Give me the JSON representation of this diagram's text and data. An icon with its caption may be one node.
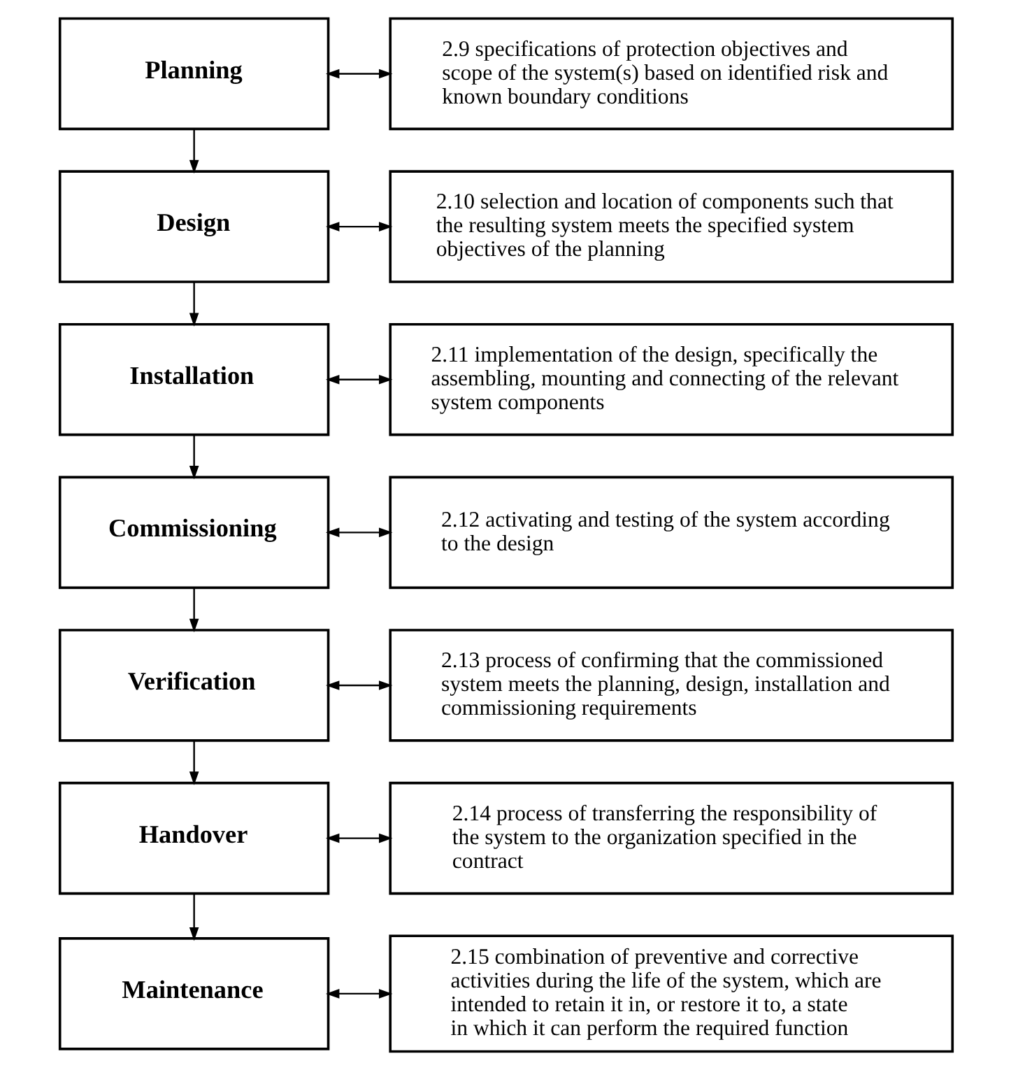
{
  "diagram": {
    "nodes": [
      {
        "text": [
          "Planning"
        ]
      },
      {
        "text": [
          "2.9 specifications of protection objectives and scope of the system(s) based on identified risk and known boundary conditions"
        ]
      },
      {
        "text": [
          "Design"
        ]
      },
      {
        "text": [
          "2.10 selection and location of components such that the resulting system meets the specified system objectives of the planning"
        ]
      },
      {
        "text": [
          "Installation"
        ]
      },
      {
        "text": [
          "2.11 implementation of the design, specifically the assembling, mounting and connecting of the relevant system components"
        ]
      },
      {
        "text": [
          "Commissioning"
        ]
      },
      {
        "text": [
          "2.12 activating and testing of the system according to the design"
        ]
      },
      {
        "text": [
          "Verification"
        ]
      },
      {
        "text": [
          "2.13 process of confirming that the commissioned system meets the planning, design, installation and commissioning requirements"
        ]
      },
      {
        "text": [
          "Handover"
        ]
      },
      {
        "text": [
          "2.14 process of transferring the responsibility of the system to the organization specified in the contract"
        ]
      },
      {
        "text": [
          "Maintenance"
        ]
      },
      {
        "text": [
          "2.15 combination of preventive and corrective activities during the life of the system, which are intended to retain it in, or restore it to, a state in which it can perform the required function"
        ]
      }
    ],
    "edges": [
      {
        "from": 0,
        "to": 1,
        "arrow": "both"
      },
      {
        "from": 0,
        "to": 2,
        "arrow": "to"
      },
      {
        "from": 2,
        "to": 3,
        "arrow": "both"
      },
      {
        "from": 2,
        "to": 4,
        "arrow": "to"
      },
      {
        "from": 4,
        "to": 5,
        "arrow": "both"
      },
      {
        "from": 4,
        "to": 6,
        "arrow": "to"
      },
      {
        "from": 6,
        "to": 7,
        "arrow": "both"
      },
      {
        "from": 6,
        "to": 8,
        "arrow": "to"
      },
      {
        "from": 8,
        "to": 9,
        "arrow": "both"
      },
      {
        "from": 8,
        "to": 10,
        "arrow": "to"
      },
      {
        "from": 10,
        "to": 11,
        "arrow": "both"
      },
      {
        "from": 10,
        "to": 12,
        "arrow": "to"
      },
      {
        "from": 12,
        "to": 13,
        "arrow": "both"
      }
    ]
  }
}
